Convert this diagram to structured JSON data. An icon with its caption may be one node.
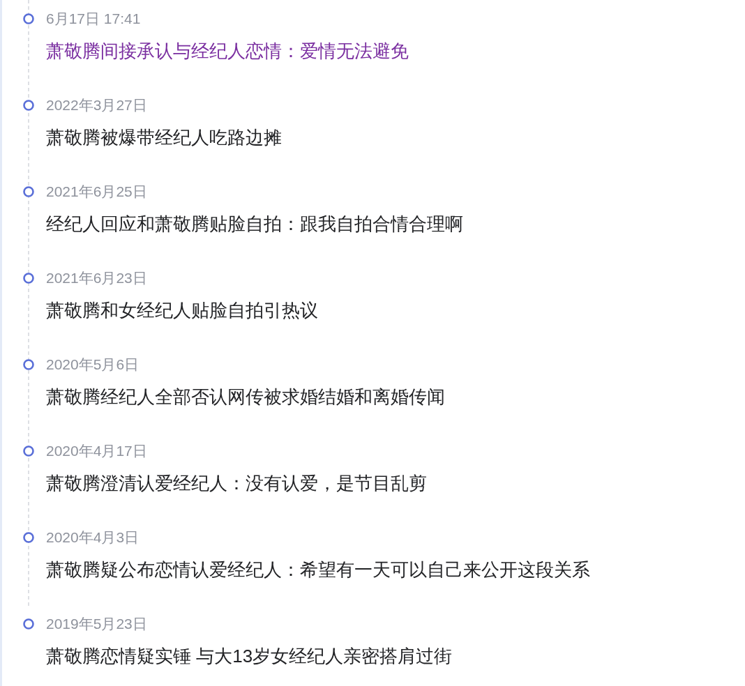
{
  "diagram": {
    "labels": [
      "6月17日 17:41",
      "萧敬腾间接承认与经纪人恋情：爱情无法避免",
      "2022年3月27日",
      "萧敬腾被爆带经纪人吃路边摊",
      "2021年6月25日",
      "经纪人回应和萧敬腾贴脸自拍：跟我自拍合情合理啊",
      "2021年6月23日",
      "萧敬腾和女经纪人贴脸自拍引热议",
      "2020年5月6日",
      "萧敬腾经纪人全部否认网传被求婚结婚和离婚传闻",
      "2020年4月17日",
      "萧敬腾澄清认爱经纪人：没有认爱，是节目乱剪",
      "2020年4月3日",
      "萧敬腾疑公布恋情认爱经纪人：希望有一天可以自己来公开这段关系",
      "2019年5月23日",
      "萧敬腾恋情疑实锤 与大13岁女经纪人亲密搭肩过街"
    ]
  }
}
